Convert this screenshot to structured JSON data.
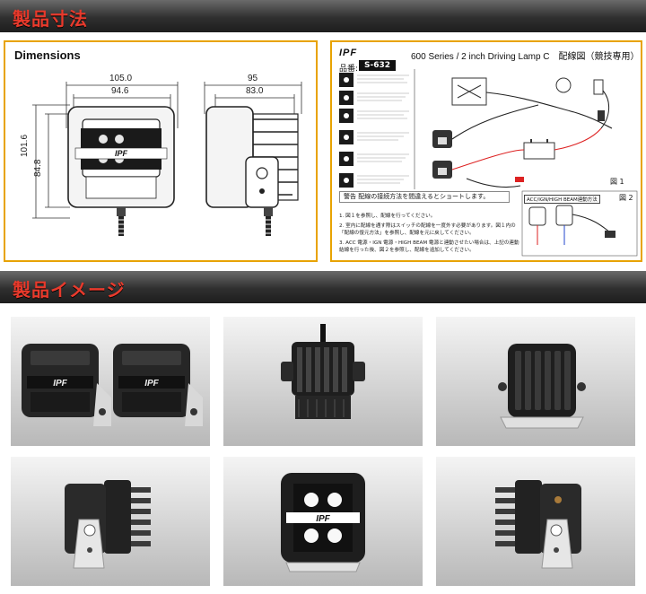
{
  "sections": {
    "dimensions_heading": "製品寸法",
    "images_heading": "製品イメージ"
  },
  "dimensions_panel": {
    "title": "Dimensions",
    "width_outer": "105.0",
    "width_inner": "94.6",
    "height_outer": "101.6",
    "height_inner": "84.8",
    "depth_outer": "95",
    "depth_inner": "83.0"
  },
  "wiring_panel": {
    "logo": "IPF",
    "series_title": "600 Series / 2 inch Driving Lamp C　配線図（競技専用）",
    "part_label": "品番:",
    "part_number": "S-632",
    "figure1": "図 1",
    "figure2": "図 2",
    "warning": "警告 配線の接続方法を間違えるとショートします。",
    "acc_label": "ACC/IGN/HIGH BEAM連動方法",
    "notes": [
      "1. 図１を参照し、配線を行ってください。",
      "2. 室内に配線を通す際はスイッチの配線を一度外す必要があります。図１内の「配線の復元方法」を参照し、配線を元に戻してください。",
      "3. ACC 電源・IGN 電源・HIGH BEAM 電源と連動させたい場合は、上記の連動結線を行った後、図２を参照し、配線を追加してください。"
    ]
  },
  "colors": {
    "accent_red": "#e83a2c",
    "panel_border": "#e8a300",
    "header_band": "#2f2f2f"
  },
  "photos": [
    {
      "name": "photo-pair-front"
    },
    {
      "name": "photo-top-view"
    },
    {
      "name": "photo-rear-view"
    },
    {
      "name": "photo-side-left"
    },
    {
      "name": "photo-front-lit"
    },
    {
      "name": "photo-side-right"
    }
  ],
  "photo_watermark": "IPF"
}
